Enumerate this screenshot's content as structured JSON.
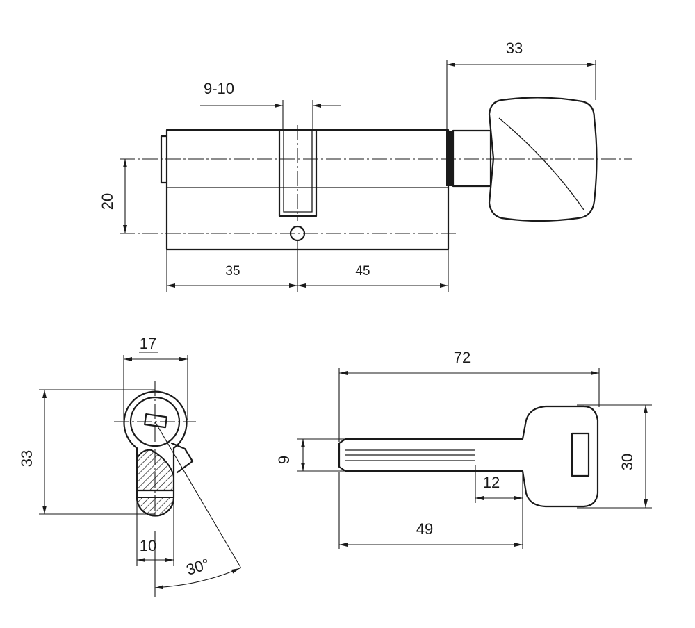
{
  "dimensions": {
    "knob_width": "33",
    "cam_width": "9-10",
    "height_axis_offset": "20",
    "length_left": "35",
    "length_right": "45",
    "profile_width": "17",
    "profile_height": "33",
    "cam_bottom_width": "10",
    "cam_angle": "30°",
    "key_length": "72",
    "key_blade_height": "9",
    "key_head_height": "30",
    "key_shoulder": "12",
    "key_blade_length": "49"
  }
}
